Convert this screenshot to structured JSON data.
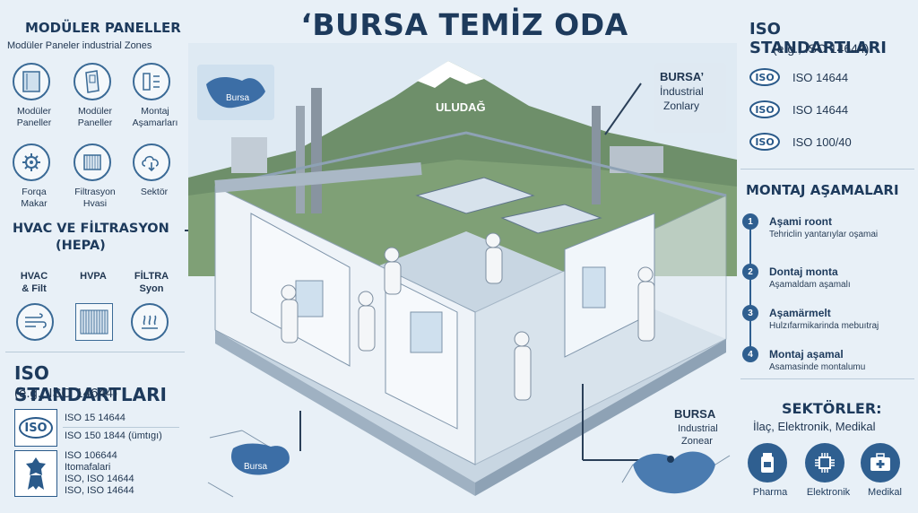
{
  "title": "‘BURSA TEMİZ ODA KURULUMU’",
  "left": {
    "panels": {
      "heading": "MODÜLER PANELLER",
      "subheading": "Modüler Paneler industrial Zones",
      "icons": [
        {
          "label": "Modüler Paneller",
          "icon": "panel-icon"
        },
        {
          "label": "Modüler Paneller",
          "icon": "door-panel-icon"
        },
        {
          "label": "Montaj Aşamarları",
          "icon": "assembly-icon"
        },
        {
          "label": "Forqa Makar",
          "icon": "gear-icon"
        },
        {
          "label": "Filtrasyon Hvasi",
          "icon": "filter-icon"
        },
        {
          "label": "Sektör",
          "icon": "cloud-download-icon"
        }
      ]
    },
    "hvac": {
      "heading_line1": "HVAC VE FİLTRASYON",
      "heading_line2": "(HEPA)",
      "items": [
        {
          "label": "HVAC & Filt",
          "icon": "airflow-icon"
        },
        {
          "label": "HVPA",
          "icon": "hepa-filter-icon"
        },
        {
          "label": "FİLTRA Syon",
          "icon": "heat-waves-icon"
        }
      ]
    },
    "iso": {
      "heading": "ISO STANDARTLARI",
      "subheading": "(e.g., ISO 14644)",
      "rows": [
        "ISO 15 14644",
        "ISO 150 1844 (ümtıgı)",
        "ISO 106644",
        "Itomafalari",
        "ISO, ISO 14644",
        "ISO, ISO 14644"
      ],
      "logo_text": "ISO"
    }
  },
  "center": {
    "mountain_label": "ULUDAĞ",
    "map_top_label": "Bursa",
    "map_bottom_label": "Bursa",
    "industrial_top": {
      "line1": "BURSA’",
      "line2": "İndustrial",
      "line3": "Zonlary"
    },
    "industrial_bottom": {
      "line1": "BURSA",
      "line2": "Industrial",
      "line3": "Zonear"
    }
  },
  "right": {
    "iso": {
      "heading": "ISO STANDARTLARI",
      "subheading": "(e.g., ISO 14644)",
      "items": [
        "ISO 14644",
        "ISO 14644",
        "ISO 100/40"
      ],
      "logo_text": "ISO"
    },
    "montaj": {
      "heading": "MONTAJ AŞAMALARI",
      "steps": [
        {
          "num": "1",
          "title": "Aşami roont",
          "sub": "Tehriclin yantarıylar oşamai"
        },
        {
          "num": "2",
          "title": "Dontaj monta",
          "sub": "Aşamaldam aşamalı"
        },
        {
          "num": "3",
          "title": "Aşamärmelt",
          "sub": "Hulzıfarmikarinda mebuıtraj"
        },
        {
          "num": "4",
          "title": "Montaj aşamal",
          "sub": "Asamasinde montalumu"
        }
      ]
    },
    "sectors": {
      "heading": "SEKTÖRLER:",
      "subheading": "İlaç, Elektronik, Medikal",
      "items": [
        {
          "label": "Pharma",
          "icon": "pharma-icon"
        },
        {
          "label": "Elektronik",
          "icon": "chip-icon"
        },
        {
          "label": "Medikal",
          "icon": "medkit-icon"
        }
      ]
    }
  }
}
